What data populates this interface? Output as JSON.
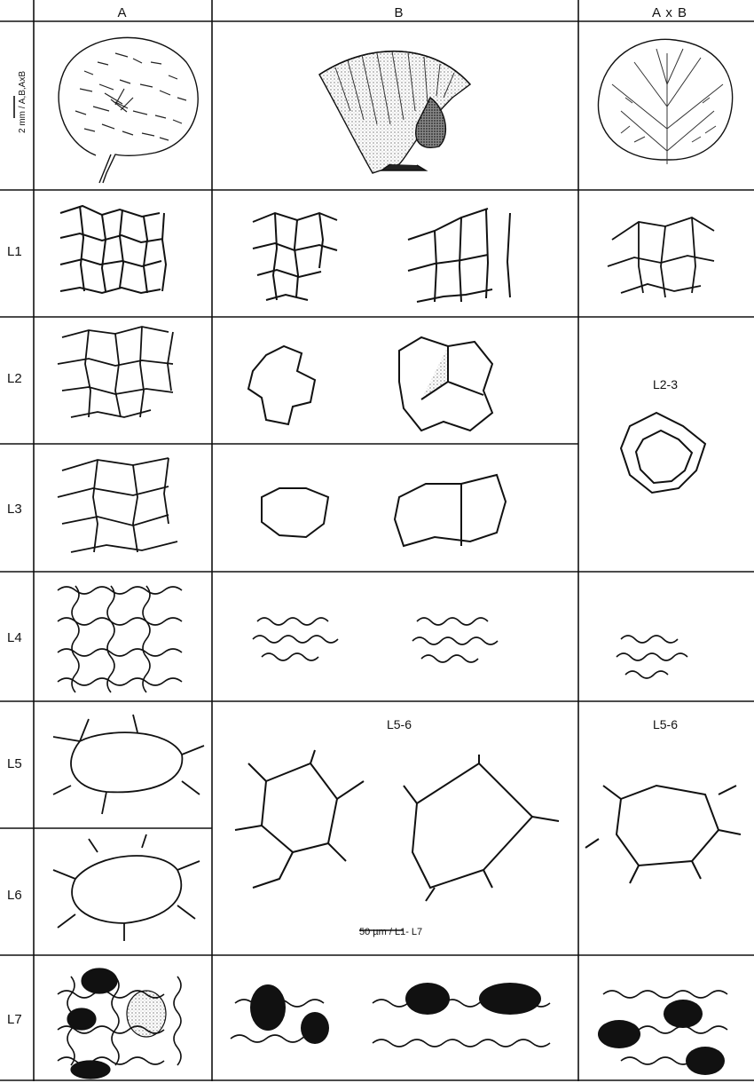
{
  "columns": [
    "A",
    "B",
    "A x B"
  ],
  "rows": [
    "L1",
    "L2",
    "L3",
    "L4",
    "L5",
    "L6",
    "L7"
  ],
  "inner_labels": {
    "l23_axb": "L2-3",
    "l56_b": "L5-6",
    "l56_axb": "L5-6"
  },
  "scales": {
    "leaf_bar": "2 mm",
    "leaf_of": "/ A,B,AxB",
    "cell_bar": "50 µm",
    "cell_of": "/ L1- L7"
  }
}
